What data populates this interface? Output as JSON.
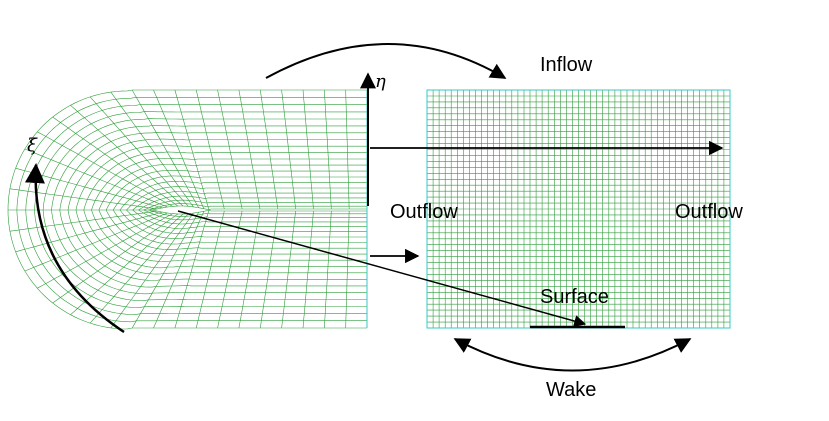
{
  "labels": {
    "inflow": "Inflow",
    "outflow_left": "Outflow",
    "outflow_right": "Outflow",
    "surface": "Surface",
    "wake": "Wake",
    "xi": "ξ",
    "eta": "η"
  },
  "colors": {
    "grid_line": "#2e9e3a",
    "grid_node": "#35c8c8",
    "arrow": "#000000",
    "text": "#000000"
  },
  "grid": {
    "physical_radial_lines": 40,
    "physical_circumferential_lines": 20,
    "computational_columns": 50,
    "computational_rows": 40
  }
}
